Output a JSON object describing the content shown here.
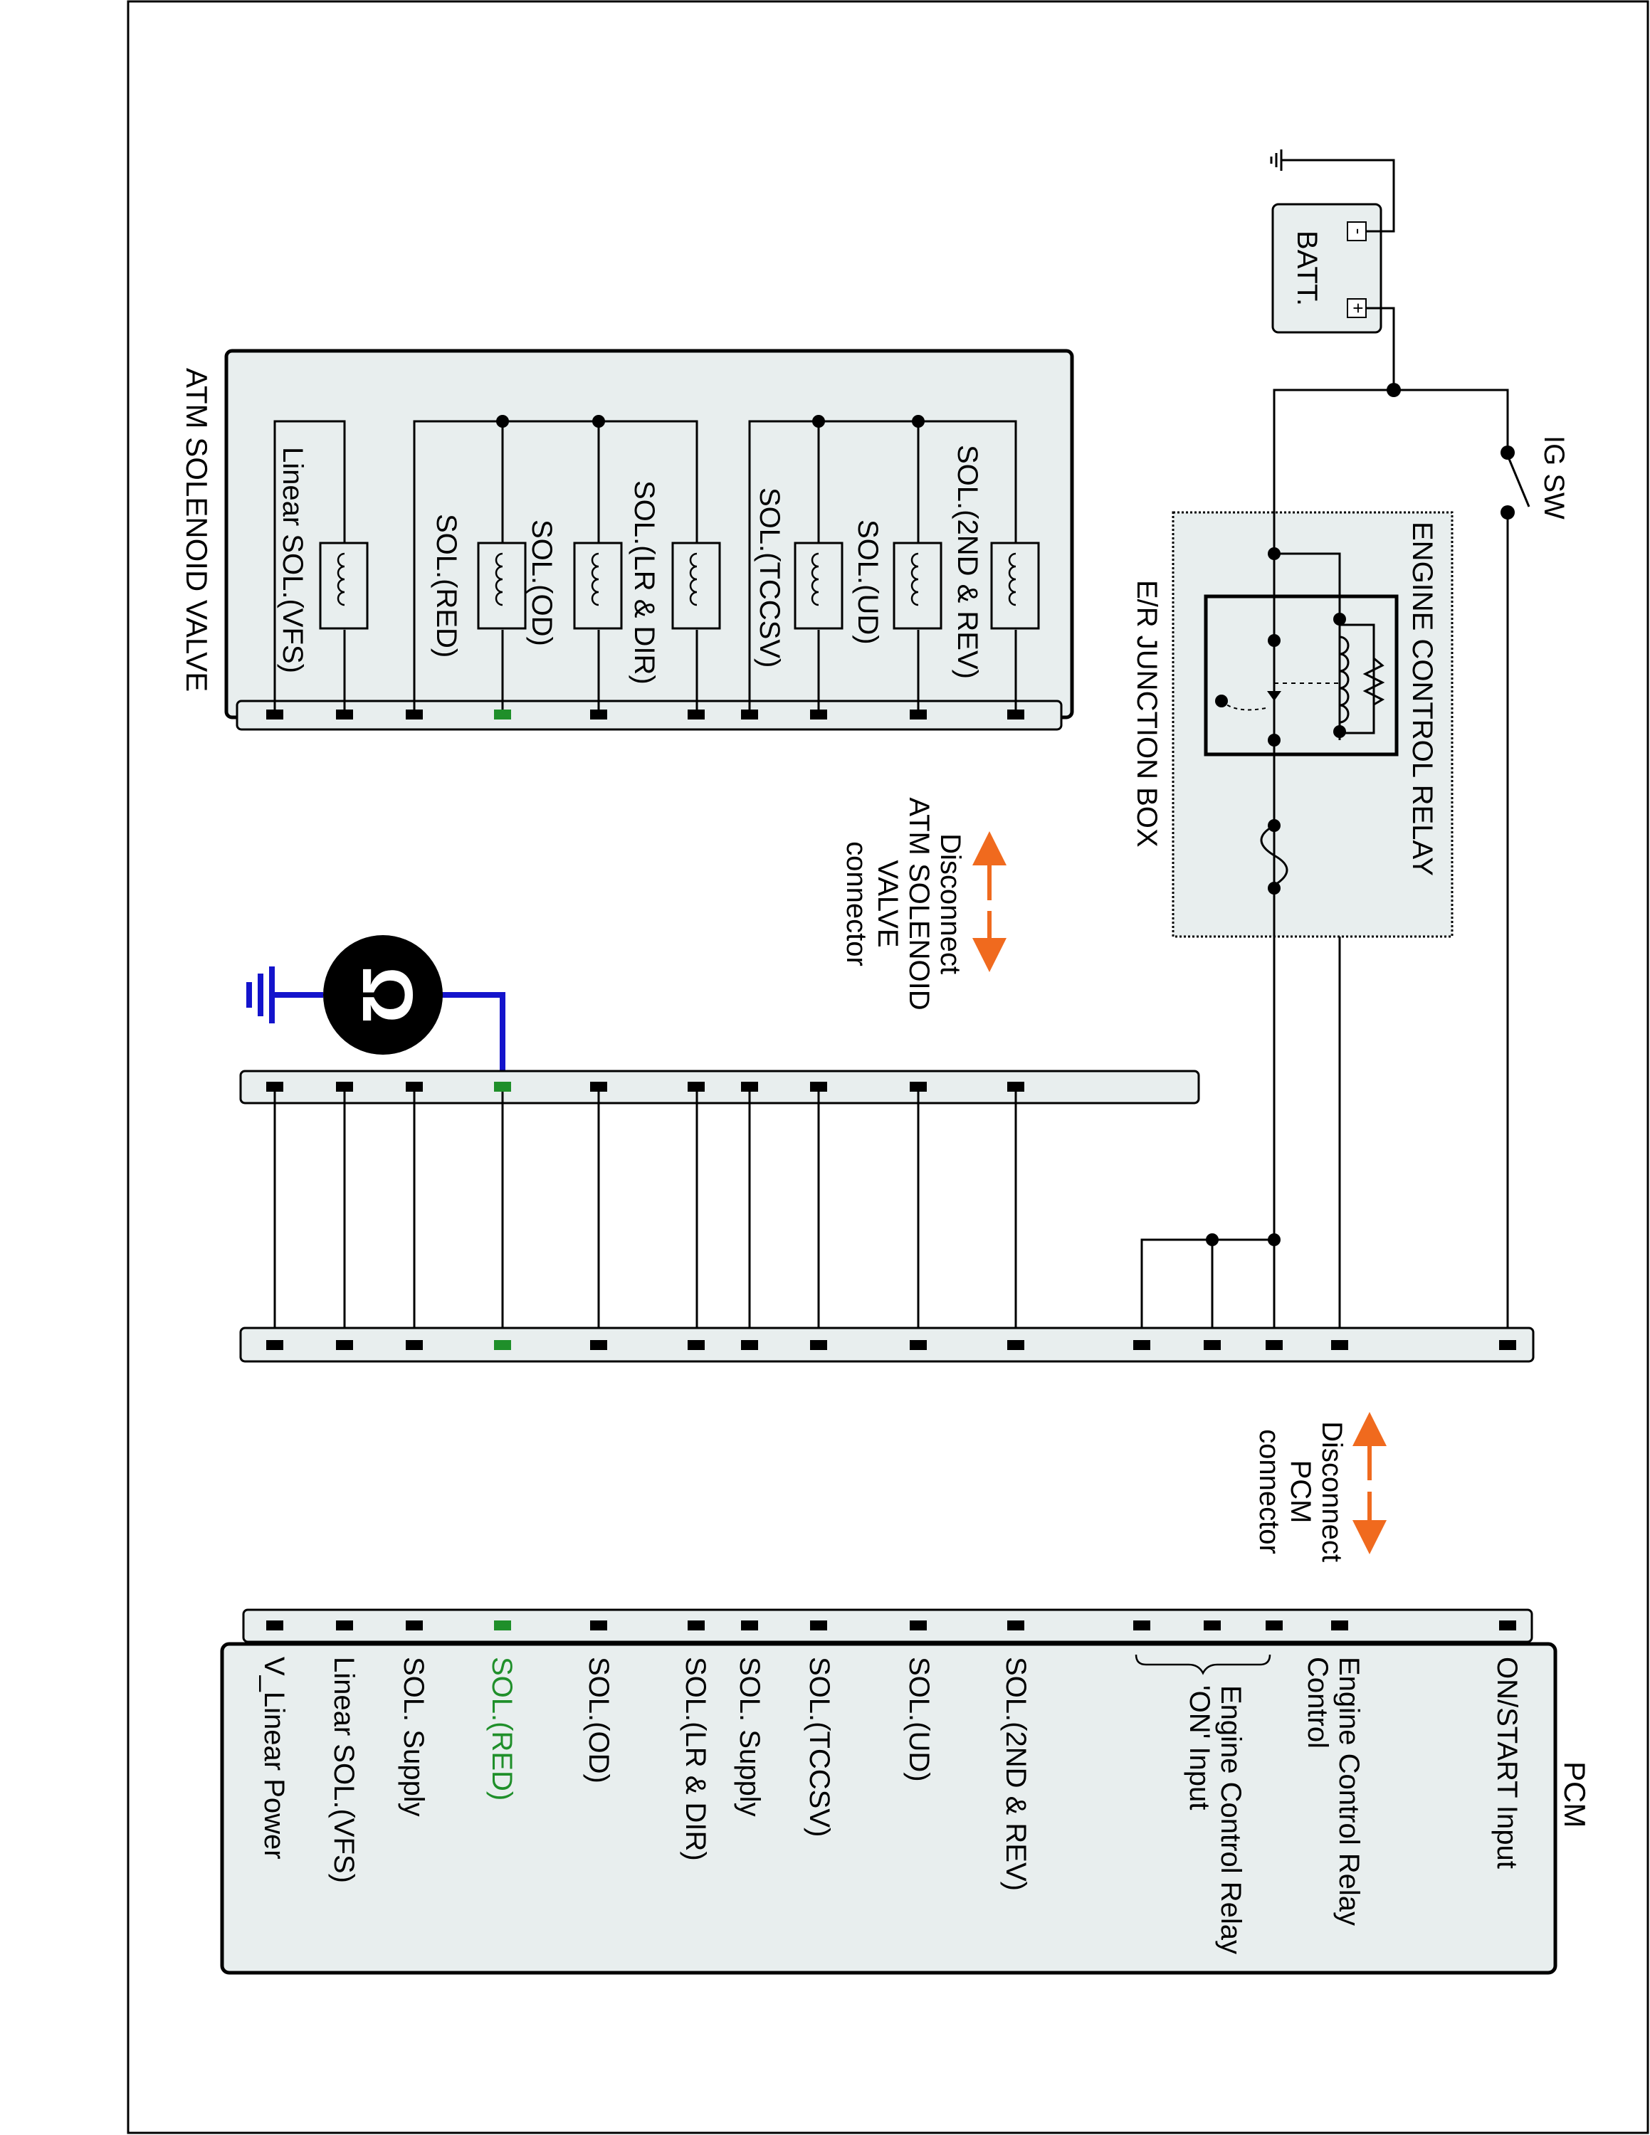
{
  "labels": {
    "atm_solenoid_valve": "ATM SOLENOID VALVE",
    "er_junction_box": "E/R JUNCTION BOX",
    "engine_control_relay": "ENGINE CONTROL RELAY",
    "batt": "BATT.",
    "ig_sw": "IG SW",
    "pcm": "PCM",
    "batt_minus": "-",
    "batt_plus": "+"
  },
  "solenoids": [
    "SOL.(2ND & REV)",
    "SOL.(UD)",
    "SOL.(TCCSV)",
    "SOL.(LR & DIR)",
    "SOL.(OD)",
    "SOL.(RED)",
    "Linear SOL.(VFS)"
  ],
  "disconnect_atm": [
    "Disconnect",
    "ATM SOLENOID",
    "VALVE",
    "connector"
  ],
  "disconnect_pcm": [
    "Disconnect",
    "PCM",
    "connector"
  ],
  "meter_symbol": "Ω",
  "pcm_pins": [
    "ON/START Input",
    "Engine Control Relay",
    "Control",
    "Engine Control Relay",
    "'ON' Input",
    "SOL.(2ND & REV)",
    "SOL.(UD)",
    "SOL.(TCCSV)",
    "SOL. Supply",
    "SOL.(LR & DIR)",
    "SOL.(OD)",
    "SOL.(RED)",
    "SOL. Supply",
    "Linear SOL.(VFS)",
    "V_Linear Power"
  ],
  "colors": {
    "highlight_green": "#1f8f2a",
    "probe_blue": "#1414cc",
    "arrow_orange": "#f06a1e",
    "box_fill": "#e8eeee"
  }
}
